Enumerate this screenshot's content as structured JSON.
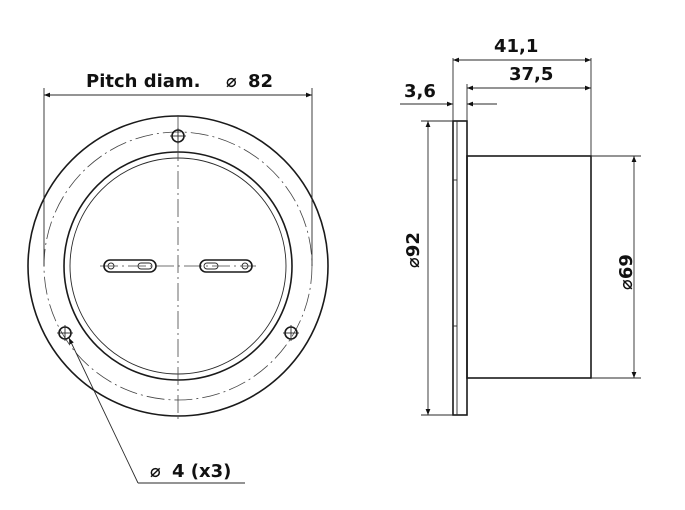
{
  "front_view": {
    "pitch_label": "Pitch diam.",
    "pitch_value": "82",
    "hole_label": "4 (x3)"
  },
  "side_view": {
    "total_depth": "41,1",
    "body_depth": "37,5",
    "flange_thickness": "3,6",
    "flange_diameter": "92",
    "body_diameter": "69"
  },
  "symbols": {
    "diameter": "⌀"
  },
  "colors": {
    "line": "#1a1a1a",
    "background": "#ffffff"
  }
}
